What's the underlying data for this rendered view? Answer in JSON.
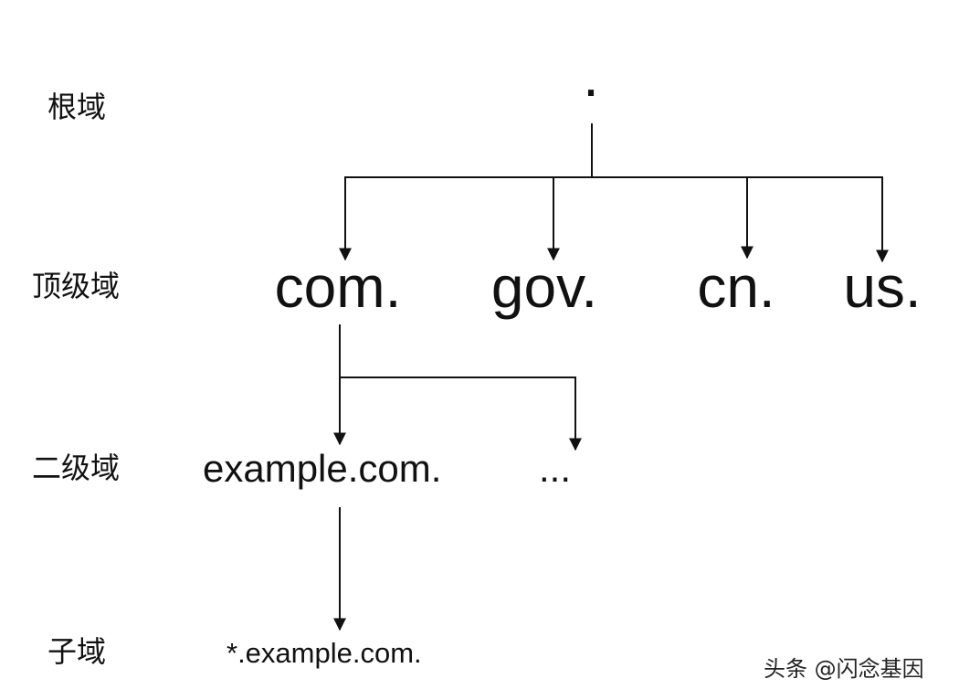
{
  "levels": {
    "root": "根域",
    "tld": "顶级域",
    "sld": "二级域",
    "sub": "子域"
  },
  "nodes": {
    "root": ".",
    "tlds": [
      "com.",
      "gov.",
      "cn.",
      "us."
    ],
    "sld": "example.com.",
    "sld_more": "...",
    "sub": "*.example.com."
  },
  "watermark": "头条 @闪念基因"
}
